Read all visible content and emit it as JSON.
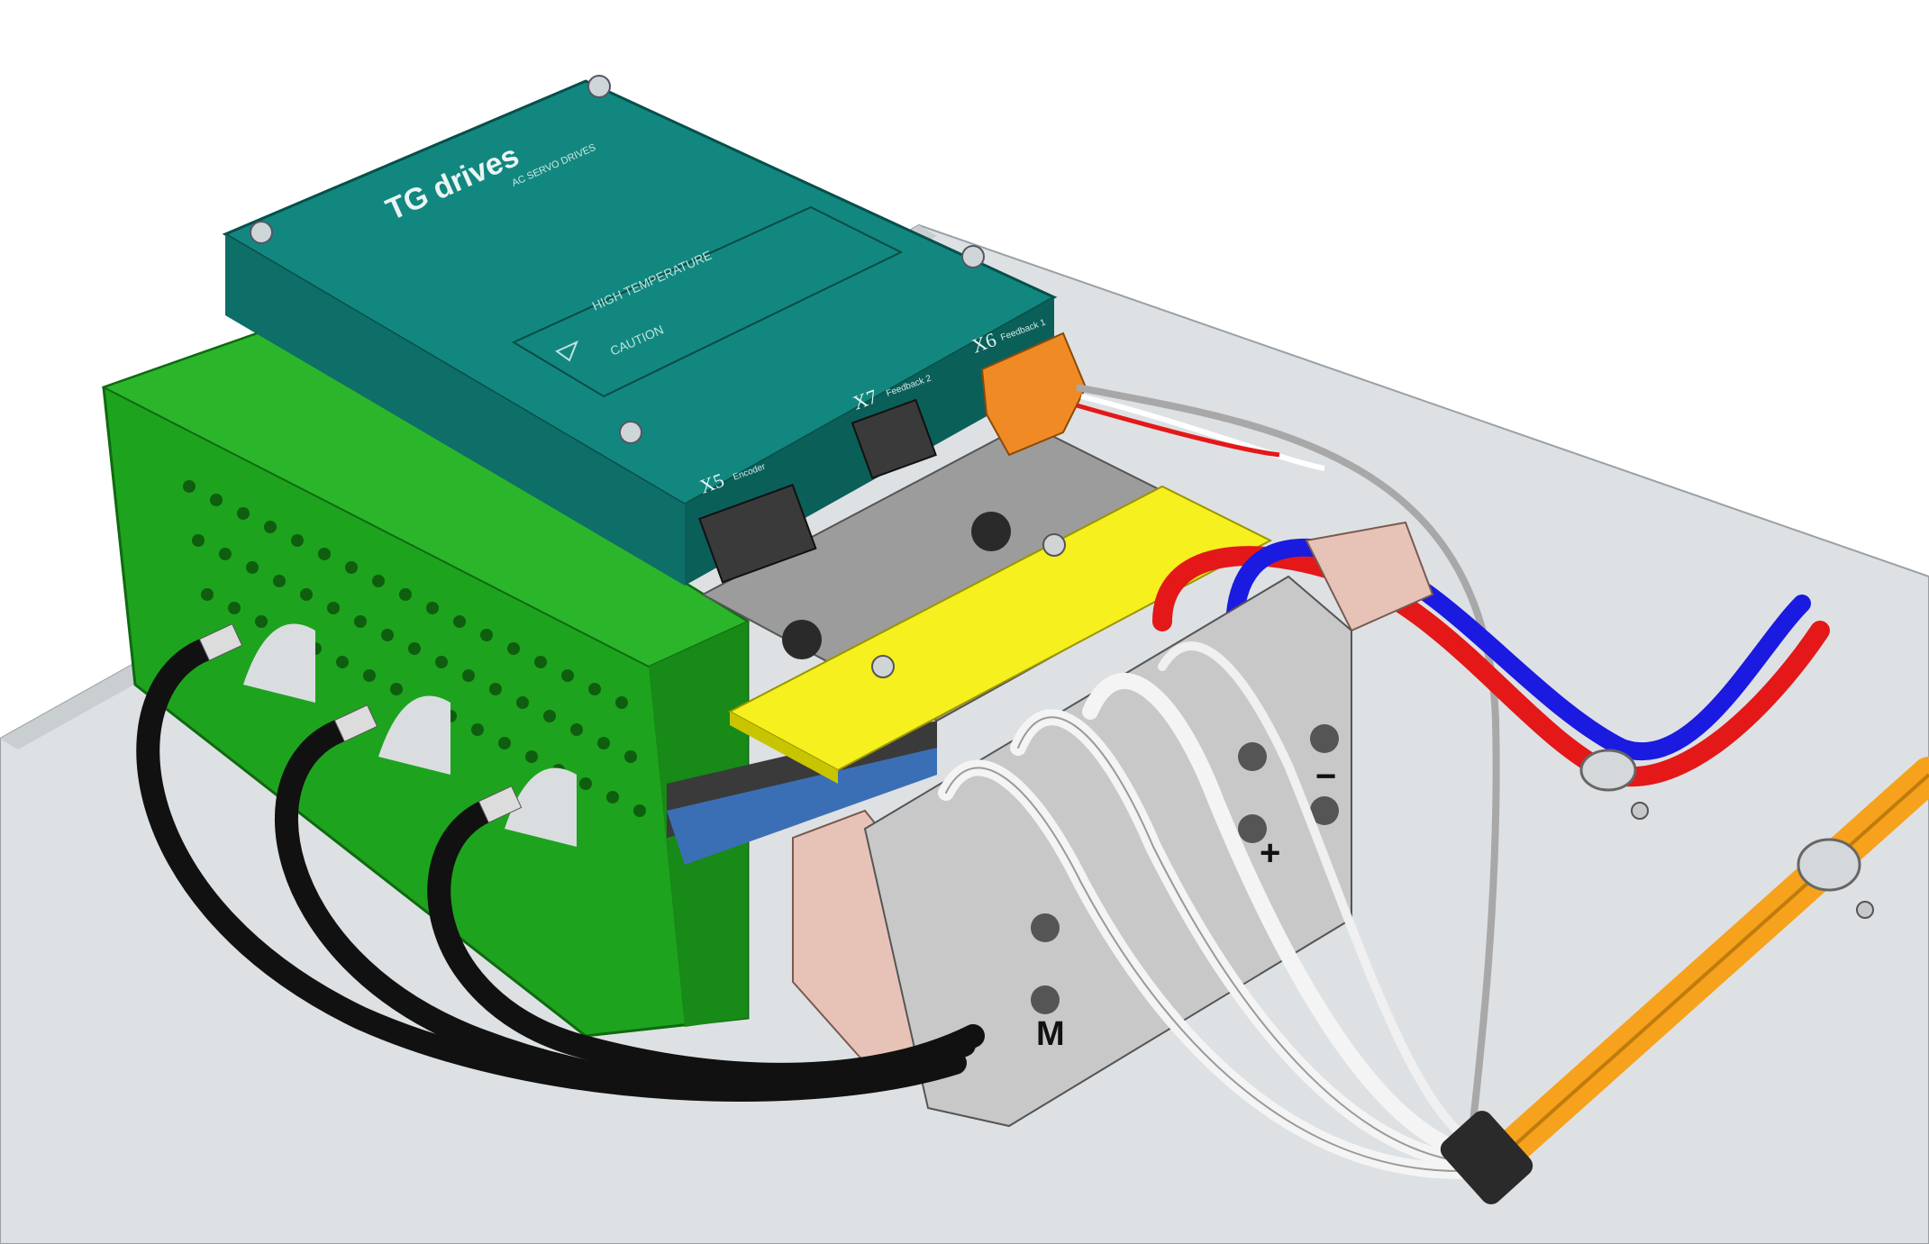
{
  "drive": {
    "brand": "TG drives",
    "subtitle": "AC SERVO DRIVES",
    "warning_high_temp": "HIGH TEMPERATURE",
    "warning_caution": "CAUTION",
    "port_x5": "X5",
    "port_x5_desc": "Encoder",
    "port_x6": "X6",
    "port_x6_desc": "Feedback 1",
    "port_x7": "X7",
    "port_x7_desc": "Feedback 2"
  },
  "terminals": {
    "plus": "+",
    "minus": "−",
    "motor": "M"
  },
  "colors": {
    "plate": "#dfe3e6",
    "drive_teal": "#12877f",
    "heatsink_green": "#1ea31e",
    "yellow_bar": "#f5f01e",
    "wire_red": "#e41818",
    "wire_blue": "#1a1ae0",
    "orange_cable": "#f7a21c",
    "connector_orange": "#f08a24",
    "terminal_grey": "#c8c8c8",
    "connector_pink": "#e7c3b7"
  }
}
